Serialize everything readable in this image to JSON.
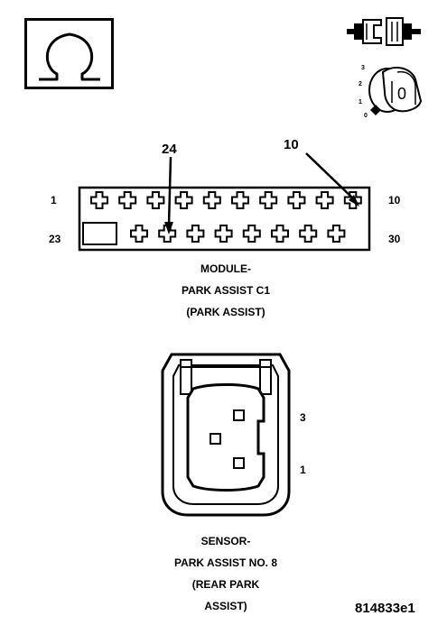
{
  "icons": {
    "ohm": "ohmmeter-icon",
    "connector": "disconnect-connector-icon",
    "ignition": "ignition-key-off-icon"
  },
  "ignition": {
    "positions": [
      "3",
      "2",
      "1",
      "0"
    ],
    "key_label": "0"
  },
  "module_connector": {
    "callouts": {
      "top": "10",
      "bottom": "24"
    },
    "row_labels": {
      "top_left": "1",
      "top_right": "10",
      "bottom_left": "23",
      "bottom_right": "30"
    },
    "caption": [
      "MODULE-",
      "PARK ASSIST C1",
      "(PARK ASSIST)"
    ]
  },
  "sensor_connector": {
    "pin_labels": {
      "upper": "3",
      "lower": "1"
    },
    "caption": [
      "SENSOR-",
      "PARK ASSIST NO. 8",
      "(REAR PARK",
      "ASSIST)"
    ]
  },
  "figure_id": "814833e1"
}
